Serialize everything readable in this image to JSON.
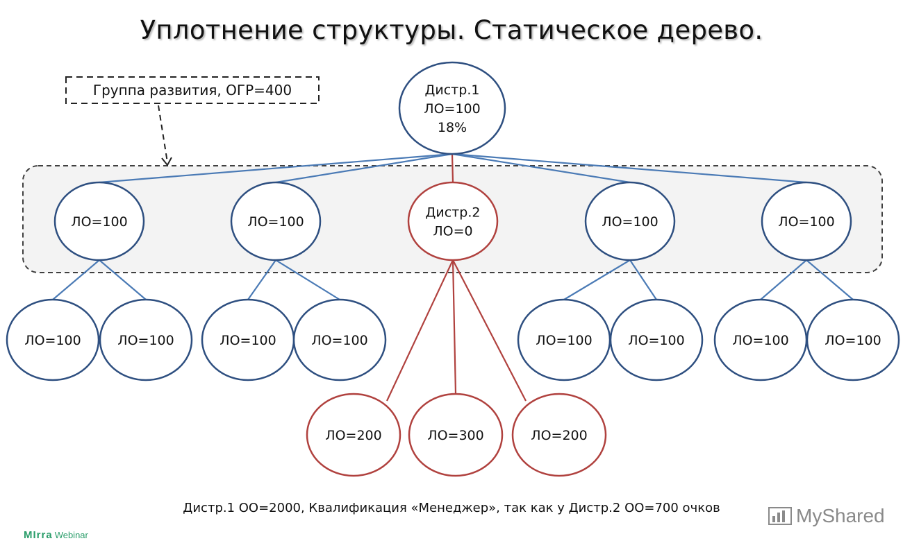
{
  "title": "Уплотнение структуры. Статическое дерево.",
  "group_label": "Группа развития, ОГР=400",
  "root": {
    "lines": [
      "Дистр.1",
      "ЛО=100",
      "18%"
    ]
  },
  "level1": [
    {
      "lines": [
        "ЛО=100"
      ],
      "color": "#2e4f80"
    },
    {
      "lines": [
        "ЛО=100"
      ],
      "color": "#2e4f80"
    },
    {
      "lines": [
        "Дистр.2",
        "ЛО=0"
      ],
      "color": "#b0413e"
    },
    {
      "lines": [
        "ЛО=100"
      ],
      "color": "#2e4f80"
    },
    {
      "lines": [
        "ЛО=100"
      ],
      "color": "#2e4f80"
    }
  ],
  "level2_blue": [
    "ЛО=100",
    "ЛО=100",
    "ЛО=100",
    "ЛО=100",
    "ЛО=100",
    "ЛО=100",
    "ЛО=100",
    "ЛО=100"
  ],
  "level2_red": [
    "ЛО=200",
    "ЛО=300",
    "ЛО=200"
  ],
  "footer": "Дистр.1 ОО=2000, Квалификация «Менеджер», так как у Дистр.2 ОО=700 очков",
  "brand_left": {
    "name": "MIrra",
    "suffix": "Webinar"
  },
  "brand_right": "MyShared",
  "colors": {
    "blue_stroke": "#2e4f80",
    "blue_line": "#4a7ab5",
    "red": "#b0413e",
    "group_bg": "#f3f3f3"
  }
}
